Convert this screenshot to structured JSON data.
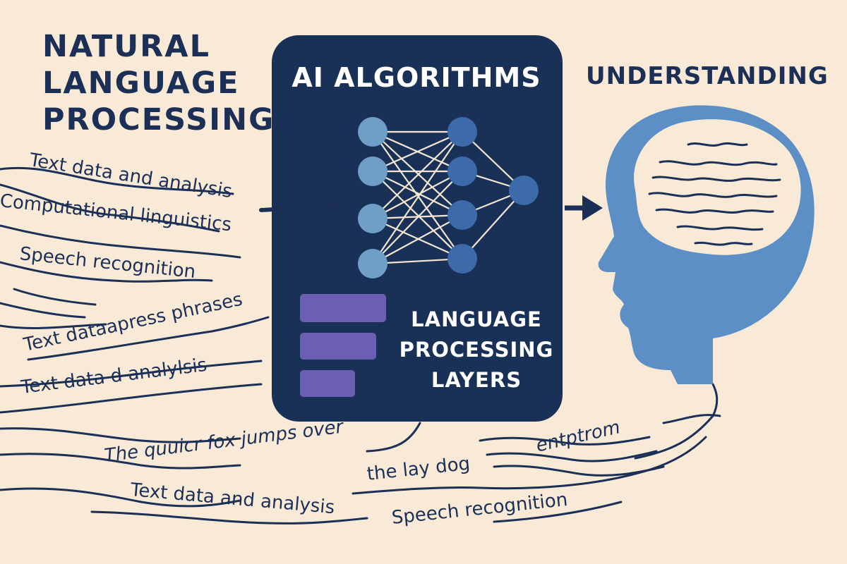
{
  "headings": {
    "nlp_lines": [
      "NATURAL",
      "LANGUAGE",
      "PROCESSING"
    ],
    "ai_algorithms": "AI ALGORITHMS",
    "understanding": "UNDERSTANDING",
    "layers_lines": [
      "LANGUAGE",
      "PROCESSING",
      "LAYERS"
    ]
  },
  "phrases": {
    "p1": "Text data and analysis",
    "p2": "Computational  linguistics",
    "p3": "Speech recognition",
    "p4": "Text dataapress phrases",
    "p5": "Text data d analylsis",
    "p6": "The quuicr fox jumps over",
    "p7": "the lay dog",
    "p8": "entptrom",
    "p9": "Text data and analysis",
    "p10": "Speech recognition"
  },
  "colors": {
    "background": "#f8ead7",
    "ink": "#1c3057",
    "panel": "#1a3157",
    "node_light": "#6f9fc7",
    "node_mid": "#3d6aa8",
    "bar_purple": "#6a5fb0",
    "head": "#5b8fc5"
  },
  "icons": {
    "input_arrow": "right-arrow-icon",
    "output_arrow": "right-arrow-icon",
    "head": "human-head-silhouette-icon",
    "brain": "brain-waves-icon",
    "network": "neural-network-icon"
  }
}
